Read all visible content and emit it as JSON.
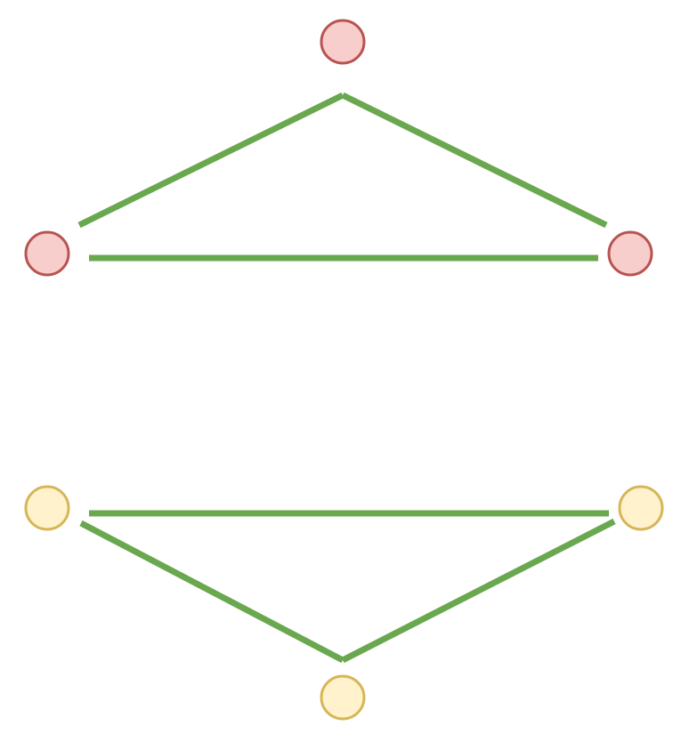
{
  "colors": {
    "background": "#ffffff",
    "edge": "#6aa84f",
    "red_fill": "#f8cecc",
    "red_stroke": "#b85450",
    "yellow_fill": "#fff2cc",
    "yellow_stroke": "#d6b656"
  },
  "nodes": [
    {
      "id": "red-top",
      "group": "red"
    },
    {
      "id": "red-left",
      "group": "red"
    },
    {
      "id": "red-right",
      "group": "red"
    },
    {
      "id": "yellow-left",
      "group": "yellow"
    },
    {
      "id": "yellow-right",
      "group": "yellow"
    },
    {
      "id": "yellow-bottom",
      "group": "yellow"
    }
  ],
  "edges": [
    {
      "from": "red-top",
      "to": "red-left"
    },
    {
      "from": "red-top",
      "to": "red-right"
    },
    {
      "from": "red-left",
      "to": "red-right"
    },
    {
      "from": "yellow-left",
      "to": "yellow-right"
    },
    {
      "from": "yellow-left",
      "to": "yellow-bottom"
    },
    {
      "from": "yellow-right",
      "to": "yellow-bottom"
    }
  ]
}
